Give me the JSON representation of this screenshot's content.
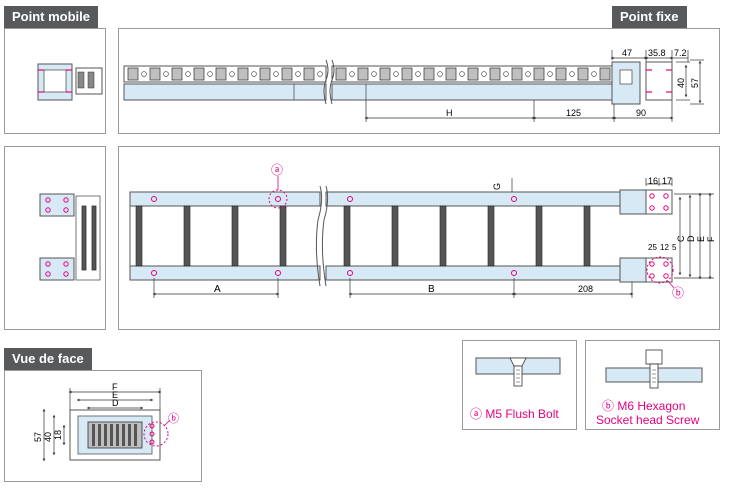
{
  "tags": {
    "point_mobile": "Point mobile",
    "point_fixe": "Point fixe",
    "vue_de_face": "Vue de face"
  },
  "side_view": {
    "dims": {
      "d47": "47",
      "d358": "35.8",
      "d72": "7.2",
      "d40": "40",
      "d57": "57",
      "H": "H",
      "d125": "125",
      "d90": "90"
    }
  },
  "top_view": {
    "marker_a": "ⓐ",
    "marker_b": "ⓑ",
    "dims": {
      "A": "A",
      "B": "B",
      "d208": "208",
      "G": "G",
      "d16": "16",
      "d17": "17",
      "d25": "25",
      "d12": "12",
      "d5": "5",
      "C": "C",
      "D": "D",
      "E": "E",
      "F": "F"
    }
  },
  "front_view": {
    "dims": {
      "F": "F",
      "E": "E",
      "D": "D",
      "d57": "57",
      "d40": "40",
      "d18": "18"
    },
    "marker_b": "ⓑ"
  },
  "legend": {
    "a_label": "ⓐ M5 Flush Bolt",
    "b_line1": "ⓑ M6 Hexagon",
    "b_line2": "Socket head Screw"
  },
  "colors": {
    "tag_bg": "#58595b",
    "accent_pink": "#e6007e",
    "part_fill": "#d6e9f5",
    "outline": "#555555"
  }
}
